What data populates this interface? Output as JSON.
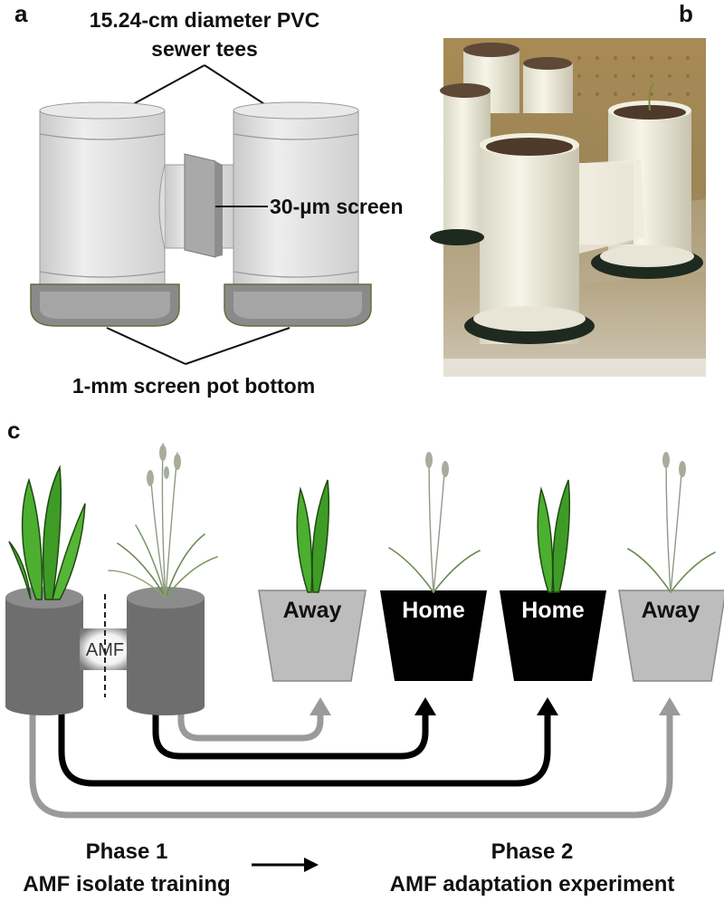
{
  "panel_a": {
    "letter": "a",
    "label_tees_line1": "15.24-cm diameter PVC",
    "label_tees_line2": "sewer tees",
    "label_screen": "30-µm screen",
    "label_bottom": "1-mm screen pot bottom"
  },
  "panel_b": {
    "letter": "b"
  },
  "panel_c": {
    "letter": "c",
    "amf_label": "AMF",
    "pots": [
      "Away",
      "Home",
      "Home",
      "Away"
    ],
    "phase1_line1": "Phase 1",
    "phase1_line2": "AMF isolate training",
    "phase2_line1": "Phase 2",
    "phase2_line2": "AMF adaptation experiment"
  },
  "colors": {
    "away_pot": "#bdbdbd",
    "home_pot": "#000000",
    "grey_arrow": "#9a9a9a",
    "black_arrow": "#000000",
    "tall_plant_green": "#3aa12a"
  }
}
